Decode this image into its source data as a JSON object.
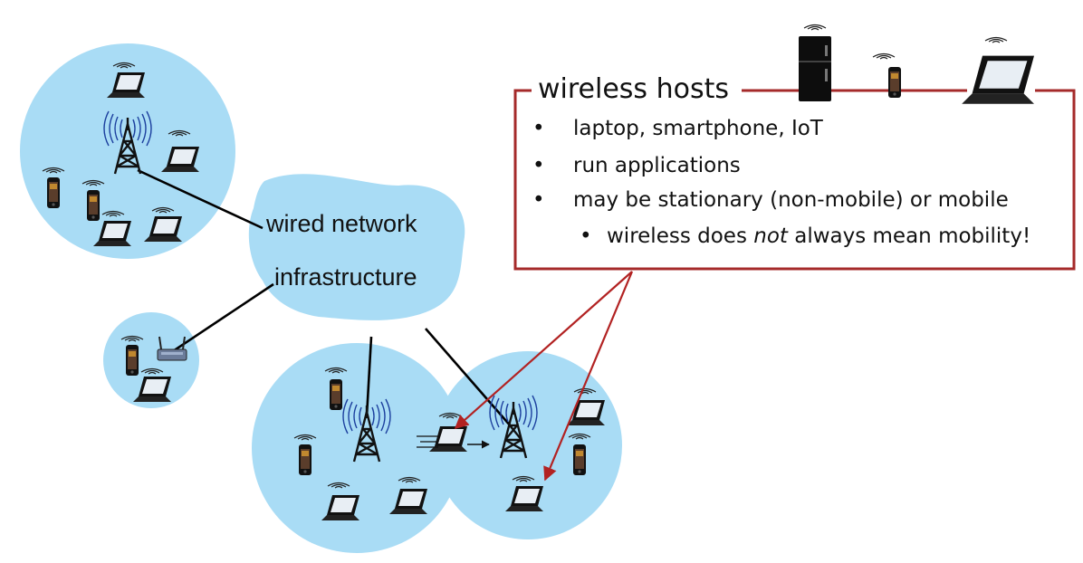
{
  "cloud": {
    "line1": "wired network",
    "line2": "infrastructure"
  },
  "box": {
    "title": "wireless hosts",
    "bullets": [
      "laptop, smartphone, IoT",
      "run applications",
      "may be stationary (non-mobile) or mobile"
    ],
    "sub_bullet": {
      "before": "wireless does ",
      "emphasis": "not",
      "after": " always mean mobility!"
    },
    "bullet_glyph": "•"
  },
  "colors": {
    "cell_fill": "#a9dcf5",
    "box_border": "#a52a2a",
    "arrow": "#b22222",
    "wire": "#000000",
    "signal": "#1c3f9e"
  },
  "icons": [
    "laptop-icon",
    "smartphone-icon",
    "cell-tower-icon",
    "wifi-router-icon",
    "refrigerator-icon"
  ]
}
